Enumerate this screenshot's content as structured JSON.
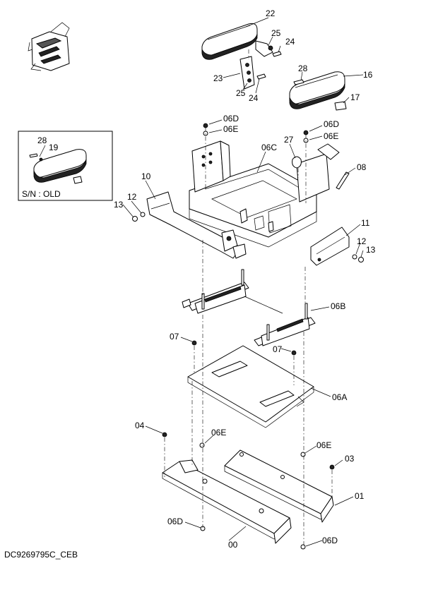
{
  "diagram": {
    "doc_code": "DC9269795C_CEB",
    "inset_caption": "S/N : OLD",
    "labels": {
      "p22": "22",
      "p25a": "25",
      "p24a": "24",
      "p23": "23",
      "p25b": "25",
      "p24b": "24",
      "p28": "28",
      "p16": "16",
      "p17": "17",
      "p06D_1": "06D",
      "p06E_1": "06E",
      "p06D_2": "06D",
      "p06E_2": "06E",
      "p06C": "06C",
      "p27": "27",
      "p08": "08",
      "p28i": "28",
      "p19i": "19",
      "p10": "10",
      "p12a": "12",
      "p13a": "13",
      "p11": "11",
      "p12b": "12",
      "p13b": "13",
      "p06B": "06B",
      "p07a": "07",
      "p07b": "07",
      "p06A": "06A",
      "p04": "04",
      "p06E_3": "06E",
      "p06E_4": "06E",
      "p03": "03",
      "p01": "01",
      "p06D_3": "06D",
      "p00": "00",
      "p06D_4": "06D"
    }
  }
}
